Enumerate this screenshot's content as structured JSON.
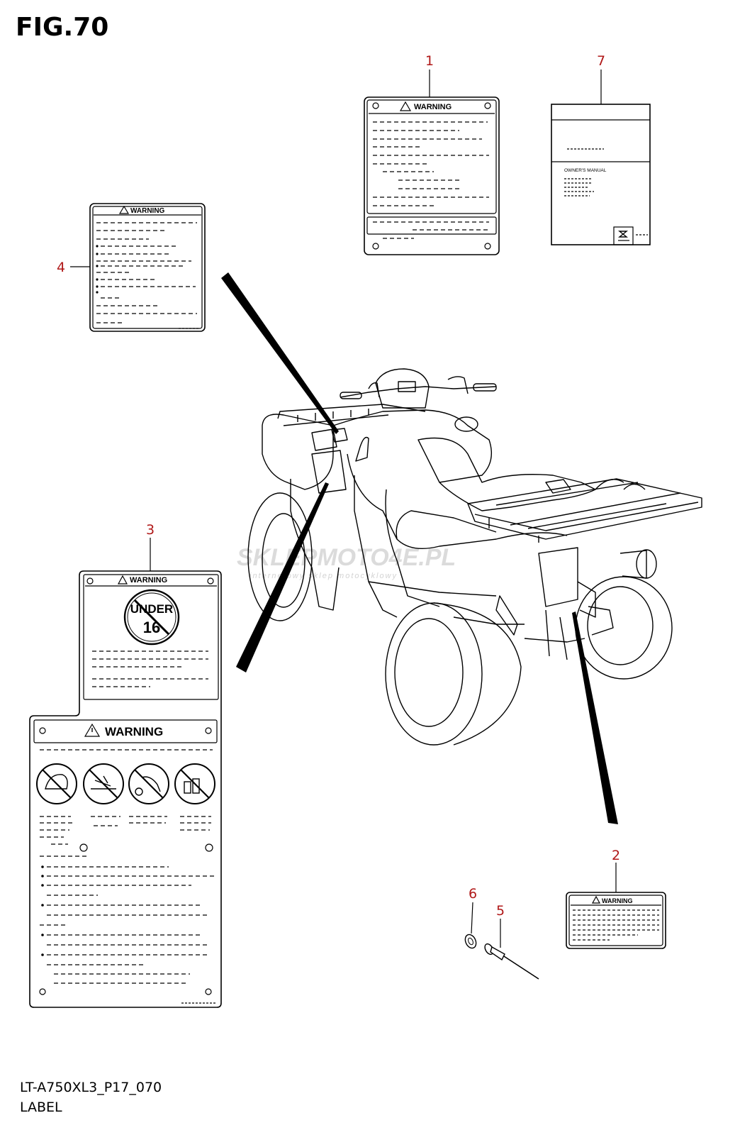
{
  "figure": {
    "title": "FIG.70",
    "code": "LT-A750XL3_P17_070",
    "name": "LABEL"
  },
  "callouts": [
    "1",
    "2",
    "3",
    "4",
    "5",
    "6",
    "7"
  ],
  "labels": {
    "warning_text": "WARNING",
    "under16_top": "UNDER",
    "under16_num": "16",
    "owners_manual": "OWNER'S MANUAL"
  },
  "watermark": {
    "main": "SKLEPMOTO4E.PL",
    "sub": "internetowy sklep motocyklowy"
  },
  "colors": {
    "line": "#000000",
    "callout": "#b01818",
    "watermark": "#d8d8d8",
    "watermark_accent": "#e9b3b3"
  }
}
